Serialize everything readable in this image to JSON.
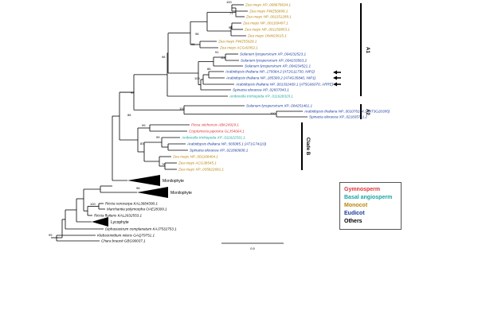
{
  "colors": {
    "gymnosperm": "#e0353b",
    "basal": "#1aa3a3",
    "monocot": "#b8860b",
    "eudicot": "#1a3c9e",
    "other": "#000000"
  },
  "taxa": [
    {
      "id": "t1",
      "label": "Zea mays XP_008678634.1",
      "group": "monocot"
    },
    {
      "id": "t2",
      "label": "Zea mays PWZ56899.1",
      "group": "monocot"
    },
    {
      "id": "t3",
      "label": "Zea mays NP_001151289.1",
      "group": "monocot"
    },
    {
      "id": "t4",
      "label": "Zea mays NP_001169497.1",
      "group": "monocot"
    },
    {
      "id": "t5",
      "label": "Zea mays NP_001150853.1",
      "group": "monocot"
    },
    {
      "id": "t6",
      "label": "Zea mays ONM23615.1",
      "group": "monocot"
    },
    {
      "id": "t7",
      "label": "Zea mays PWZ55029.1",
      "group": "monocot"
    },
    {
      "id": "t8",
      "label": "Zea mays ACG42952.1",
      "group": "monocot"
    },
    {
      "id": "t9",
      "label": "Solanum lycopersicum XP_004232523.1",
      "group": "eudicot"
    },
    {
      "id": "t10",
      "label": "Solanum lycopersicum XP_004233563.2",
      "group": "eudicot"
    },
    {
      "id": "t11",
      "label": "Solanum lycopersicum XP_004234521.1",
      "group": "eudicot"
    },
    {
      "id": "t12",
      "label": "Arabidopsis thaliana NP_179364.2 (AT2G11730, NIP2)",
      "group": "eudicot"
    },
    {
      "id": "t13",
      "label": "Arabidopsis thaliana NP_185309.2 (AT4G35840, NIP1)",
      "group": "eudicot"
    },
    {
      "id": "t14",
      "label": "Arabidopsis thaliana NP_001332469.1 (AT5G66070, ARRE)",
      "group": "eudicot"
    },
    {
      "id": "t15",
      "label": "Spinacia oleracea XP_02837043.1",
      "group": "eudicot"
    },
    {
      "id": "t16",
      "label": "Amborella trichopoda XP_011628329.1",
      "group": "basal"
    },
    {
      "id": "t17",
      "label": "Solanum lycopersicum XP_004251461.1",
      "group": "eudicot"
    },
    {
      "id": "t18",
      "label": "Arabidopsis thaliana NP_001078194.1 (AT3G20395)",
      "group": "eudicot"
    },
    {
      "id": "t19",
      "label": "Spinacia oleracea XP_021835711.2",
      "group": "eudicot"
    },
    {
      "id": "t20",
      "label": "Picea sitchensis ABK24929.1",
      "group": "gymnosperm"
    },
    {
      "id": "t21",
      "label": "Cryptomeria japonica GLJ54664.1",
      "group": "gymnosperm"
    },
    {
      "id": "t22",
      "label": "Amborella trichopoda XP_011622531.1",
      "group": "basal"
    },
    {
      "id": "t23",
      "label": "Arabidopsis thaliana NP_565085.1 (AT1G74110)",
      "group": "eudicot"
    },
    {
      "id": "t24",
      "label": "Spinacia oleracea XP_021860608.1",
      "group": "eudicot"
    },
    {
      "id": "t25",
      "label": "Zea mays NP_001168404.1",
      "group": "monocot"
    },
    {
      "id": "t26",
      "label": "Zea mays ACG38545.1",
      "group": "monocot"
    },
    {
      "id": "t27",
      "label": "Zea mays XP_035822681.1",
      "group": "monocot"
    },
    {
      "id": "t28",
      "label": "Riccia sorocarpa KAL3684390.1",
      "group": "other"
    },
    {
      "id": "t29",
      "label": "Marchantia polymorpha OAE28309.1",
      "group": "other"
    },
    {
      "id": "t30",
      "label": "Riccia fluitans KAL2632553.1",
      "group": "other"
    },
    {
      "id": "t31",
      "label": "Diphasiastrum complanatum KAJ7532753.1",
      "group": "other"
    },
    {
      "id": "t32",
      "label": "Klebsormidium nitens GAQ79751.1",
      "group": "other"
    },
    {
      "id": "t33",
      "label": "Chara braunii GBG90037.1",
      "group": "other"
    }
  ],
  "collapsed": [
    {
      "id": "c1",
      "label": "Monilophyte"
    },
    {
      "id": "c2",
      "label": "Monilophyte"
    },
    {
      "id": "c3",
      "label": "Lycophyte"
    }
  ],
  "bootstrap": [
    {
      "id": "b1",
      "value": "100"
    },
    {
      "id": "b2",
      "value": "71"
    },
    {
      "id": "b3",
      "value": "90"
    },
    {
      "id": "b4",
      "value": "98"
    },
    {
      "id": "b5",
      "value": "96"
    },
    {
      "id": "b6",
      "value": "98"
    },
    {
      "id": "b7",
      "value": "91"
    },
    {
      "id": "b8",
      "value": "100"
    },
    {
      "id": "b9",
      "value": "86"
    },
    {
      "id": "b10",
      "value": "100"
    },
    {
      "id": "b11",
      "value": "100"
    },
    {
      "id": "b12",
      "value": "99"
    },
    {
      "id": "b13",
      "value": "100"
    },
    {
      "id": "b14",
      "value": "86"
    },
    {
      "id": "b15",
      "value": "99"
    },
    {
      "id": "b16",
      "value": "83"
    },
    {
      "id": "b17",
      "value": "99"
    },
    {
      "id": "b18",
      "value": "76"
    },
    {
      "id": "b19",
      "value": "98"
    },
    {
      "id": "b20",
      "value": "100"
    },
    {
      "id": "b21",
      "value": "99"
    }
  ],
  "clades": [
    {
      "id": "A1",
      "label": "A1"
    },
    {
      "id": "A2",
      "label": "A2"
    },
    {
      "id": "B",
      "label": "Clade B"
    }
  ],
  "scale_label": "0.5",
  "legend": [
    {
      "label": "Gymnosperm",
      "group": "gymnosperm"
    },
    {
      "label": "Basal angiosperm",
      "group": "basal"
    },
    {
      "label": "Monocot",
      "group": "monocot"
    },
    {
      "label": "Eudicot",
      "group": "eudicot"
    },
    {
      "label": "Others",
      "group": "other"
    }
  ]
}
